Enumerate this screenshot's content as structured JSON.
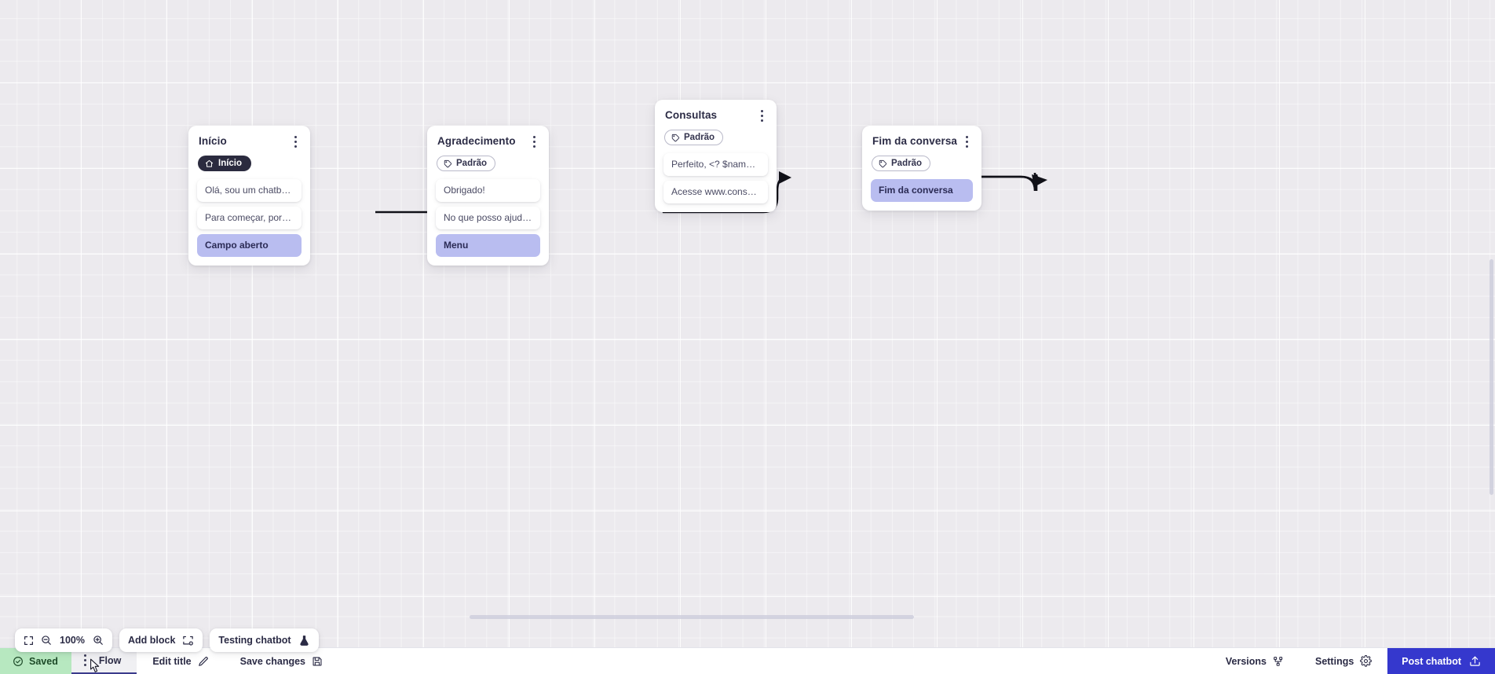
{
  "canvas": {
    "zoom_level": "100%",
    "nodes": [
      {
        "id": "inicio",
        "title": "Início",
        "badge": {
          "label": "Início",
          "icon": "home-icon",
          "style": "dark"
        },
        "rows": [
          {
            "text": "Olá, sou um chatbot de teste!",
            "accent": false
          },
          {
            "text": "Para começar, por favor digite o ...",
            "accent": false
          },
          {
            "text": "Campo aberto",
            "accent": true
          }
        ]
      },
      {
        "id": "agradecimento",
        "title": "Agradecimento",
        "badge": {
          "label": "Padrão",
          "icon": "tag-icon",
          "style": "outline"
        },
        "rows": [
          {
            "text": "Obrigado!",
            "accent": false
          },
          {
            "text": "No que posso ajudar, <? $name ...",
            "accent": false
          },
          {
            "text": "Menu",
            "accent": true
          }
        ]
      },
      {
        "id": "consultas",
        "title": "Consultas",
        "badge": {
          "label": "Padrão",
          "icon": "tag-icon",
          "style": "outline"
        },
        "rows": [
          {
            "text": "Perfeito, <? $name ?>!",
            "accent": false
          },
          {
            "text": "Acesse www.consultas.com par...",
            "accent": false
          }
        ]
      },
      {
        "id": "fim-da-conversa",
        "title": "Fim da conversa",
        "badge": {
          "label": "Padrão",
          "icon": "tag-icon",
          "style": "outline"
        },
        "rows": [
          {
            "text": "Fim da conversa",
            "accent": true
          }
        ]
      }
    ]
  },
  "toolbar": {
    "fit_icon": "fit-screen-icon",
    "zoom_out_icon": "zoom-out-icon",
    "zoom_in_icon": "zoom-in-icon",
    "zoom_level": "100%",
    "add_block_label": "Add block",
    "add_block_icon": "add-block-icon",
    "testing_label": "Testing chatbot",
    "testing_icon": "flask-icon"
  },
  "statusbar": {
    "saved_label": "Saved",
    "saved_icon": "check-circle-icon",
    "flow_label": "Flow",
    "flow_kebab_icon": "kebab-icon",
    "edit_title_label": "Edit title",
    "edit_title_icon": "pencil-icon",
    "save_changes_label": "Save changes",
    "save_changes_icon": "floppy-icon",
    "versions_label": "Versions",
    "versions_icon": "branch-icon",
    "settings_label": "Settings",
    "settings_icon": "gear-icon",
    "post_label": "Post chatbot",
    "post_icon": "upload-icon"
  },
  "colors": {
    "accent_row": "#b9bdf0",
    "primary": "#3538cd",
    "saved_bg": "#b7e8c0",
    "canvas_bg": "#eceaee",
    "badge_dark": "#2b2b3f"
  }
}
